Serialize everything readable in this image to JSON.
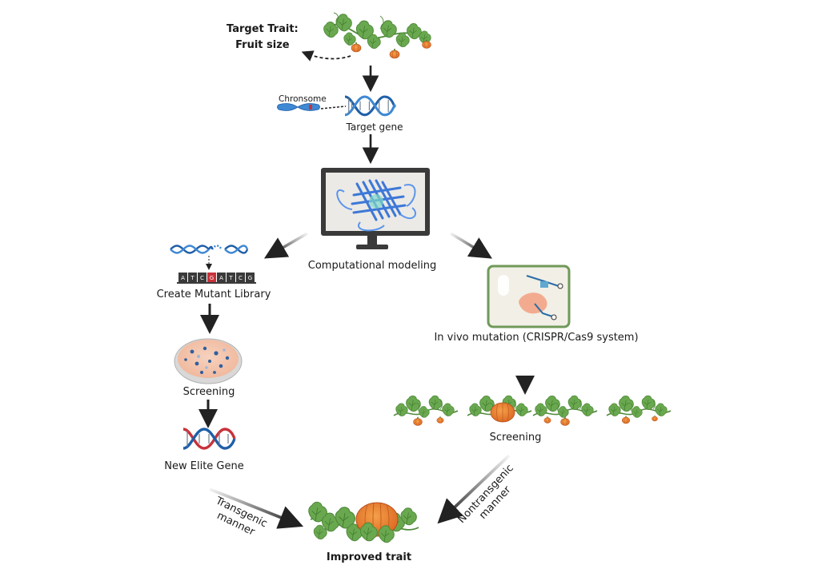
{
  "target_trait": {
    "line1": "Target Trait:",
    "line2": "Fruit size"
  },
  "chromosome_label": "Chronsome",
  "target_gene_label": "Target gene",
  "computational_modeling_label": "Computational modeling",
  "mutant_library_label": "Create Mutant Library",
  "mutant_bases": [
    "A",
    "T",
    "C",
    "G",
    "A",
    "T",
    "C",
    "G"
  ],
  "screening_left_label": "Screening",
  "new_elite_gene_label": "New Elite Gene",
  "transgenic_label": {
    "line1": "Transgenic",
    "line2": "manner"
  },
  "in_vivo_label": "In vivo mutation (CRISPR/Cas9 system)",
  "screening_right_label": "Screening",
  "nontransgenic_label": {
    "line1": "Nontransgenic",
    "line2": "manner"
  },
  "improved_trait_label": "Improved trait",
  "colors": {
    "arrow": "#222222",
    "leaf": "#6aa84f",
    "pumpkin": "#e8742a",
    "dna_blue": "#1f5fa8",
    "dna_red": "#c8323a",
    "monitor": "#3a3a3a",
    "protein": "#3d78d8",
    "frame_green": "#6f9a58"
  }
}
